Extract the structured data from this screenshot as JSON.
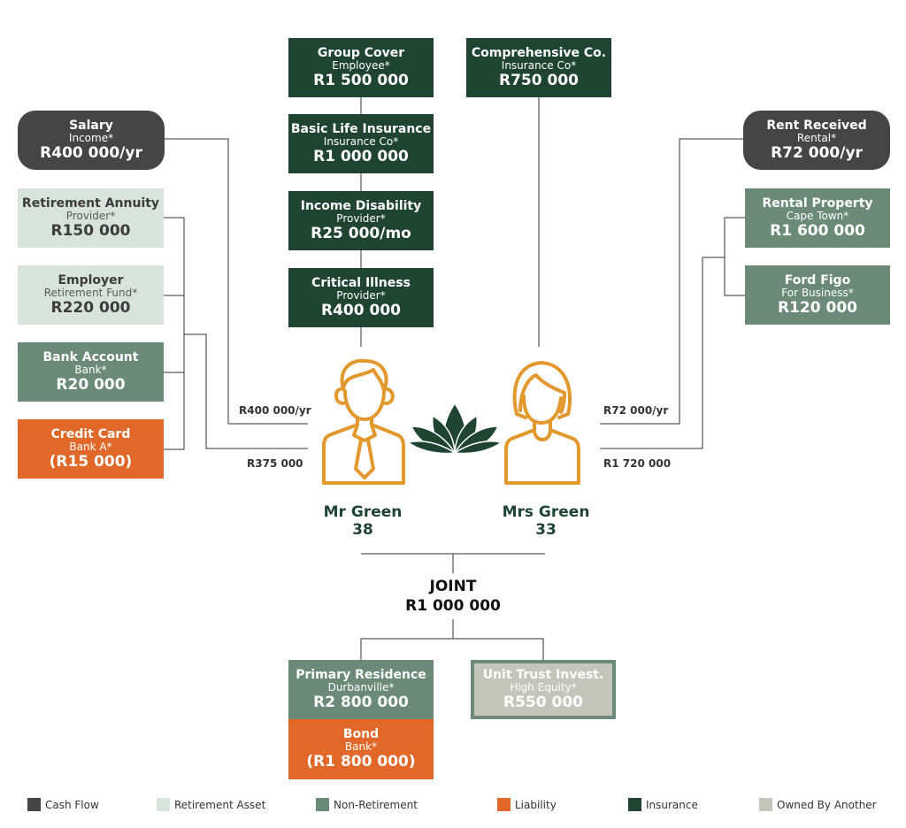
{
  "insurance": {
    "group_cover": {
      "title": "Group Cover",
      "sub": "Employee*",
      "value": "R1 500 000"
    },
    "comprehensive": {
      "title": "Comprehensive Co.",
      "sub": "Insurance Co*",
      "value": "R750 000"
    },
    "basic_life": {
      "title": "Basic Life Insurance",
      "sub": "Insurance Co*",
      "value": "R1 000 000"
    },
    "income_disability": {
      "title": "Income Disability",
      "sub": "Provider*",
      "value": "R25 000/mo"
    },
    "critical_illness": {
      "title": "Critical Illness",
      "sub": "Provider*",
      "value": "R400 000"
    }
  },
  "left": {
    "salary": {
      "title": "Salary",
      "sub": "Income*",
      "value": "R400 000/yr"
    },
    "retirement_annuity": {
      "title": "Retirement Annuity",
      "sub": "Provider*",
      "value": "R150 000"
    },
    "employer": {
      "title": "Employer",
      "sub": "Retirement Fund*",
      "value": "R220 000"
    },
    "bank_account": {
      "title": "Bank Account",
      "sub": "Bank*",
      "value": "R20 000"
    },
    "credit_card": {
      "title": "Credit Card",
      "sub": "Bank A*",
      "value": "(R15 000)"
    },
    "income_label": "R400 000/yr",
    "assets_label": "R375 000"
  },
  "right": {
    "rent_received": {
      "title": "Rent Received",
      "sub": "Rental*",
      "value": "R72 000/yr"
    },
    "rental_property": {
      "title": "Rental Property",
      "sub": "Cape Town*",
      "value": "R1 600 000"
    },
    "ford_figo": {
      "title": "Ford Figo",
      "sub": "For Business*",
      "value": "R120 000"
    },
    "income_label": "R72 000/yr",
    "assets_label": "R1 720 000"
  },
  "people": {
    "mr": {
      "name": "Mr Green",
      "age": "38"
    },
    "mrs": {
      "name": "Mrs Green",
      "age": "33"
    }
  },
  "joint": {
    "title": "JOINT",
    "value": "R1 000 000"
  },
  "bottom": {
    "primary_residence": {
      "title": "Primary Residence",
      "sub": "Durbanville*",
      "value": "R2 800 000"
    },
    "bond": {
      "title": "Bond",
      "sub": "Bank*",
      "value": "(R1 800 000)"
    },
    "unit_trust": {
      "title": "Unit Trust Invest.",
      "sub": "High Equity*",
      "value": "R550 000"
    }
  },
  "legend": [
    {
      "label": "Cash Flow",
      "color": "#454545"
    },
    {
      "label": "Retirement Asset",
      "color": "#d8e3dd"
    },
    {
      "label": "Non-Retirement",
      "color": "#6b8a78"
    },
    {
      "label": "Liability",
      "color": "#e2682a"
    },
    {
      "label": "Insurance",
      "color": "#1f4432"
    },
    {
      "label": "Owned By Another",
      "color": "#c4c6bc"
    }
  ],
  "colors": {
    "accent_person": "#e3982e",
    "lotus": "#1f4432",
    "line": "#333333"
  }
}
